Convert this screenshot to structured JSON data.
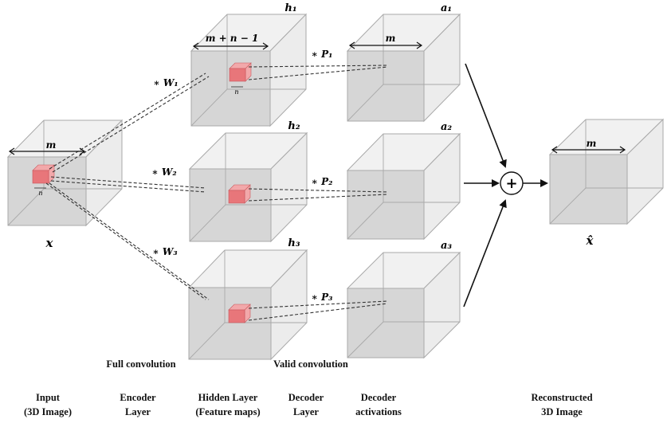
{
  "cube_labels": {
    "input_dim": "m",
    "input_kernel": "n",
    "input_var": "x",
    "h1": "h₁",
    "h2": "h₂",
    "h3": "h₃",
    "h1_dim": "m + n − 1",
    "h1_kernel": "n",
    "a1": "a₁",
    "a2": "a₂",
    "a3": "a₃",
    "a1_dim": "m",
    "output_dim": "m",
    "output_var": "x̂",
    "plus": "+"
  },
  "operators": {
    "w1": "∗ W₁",
    "w2": "∗ W₂",
    "w3": "∗ W₃",
    "p1": "∗ P₁",
    "p2": "∗ P₂",
    "p3": "∗ P₃"
  },
  "annotations": {
    "full_convolution": "Full convolution",
    "valid_convolution": "Valid convolution"
  },
  "stage_labels": {
    "input_1": "Input",
    "input_2": "(3D Image)",
    "encoder_1": "Encoder",
    "encoder_2": "Layer",
    "hidden_1": "Hidden Layer",
    "hidden_2": "(Feature maps)",
    "decoder_1": "Decoder",
    "decoder_2": "Layer",
    "activations_1": "Decoder",
    "activations_2": "activations",
    "reconstructed_1": "Reconstructed",
    "reconstructed_2": "3D Image"
  },
  "colors": {
    "cube_front": "#d6d6d6",
    "cube_side": "#ececec",
    "cube_top": "#f1f1f1",
    "cube_edge": "#a9a9a9",
    "kernel_front": "#e8767a",
    "kernel_side": "#f2a8aa",
    "line": "#333333"
  }
}
